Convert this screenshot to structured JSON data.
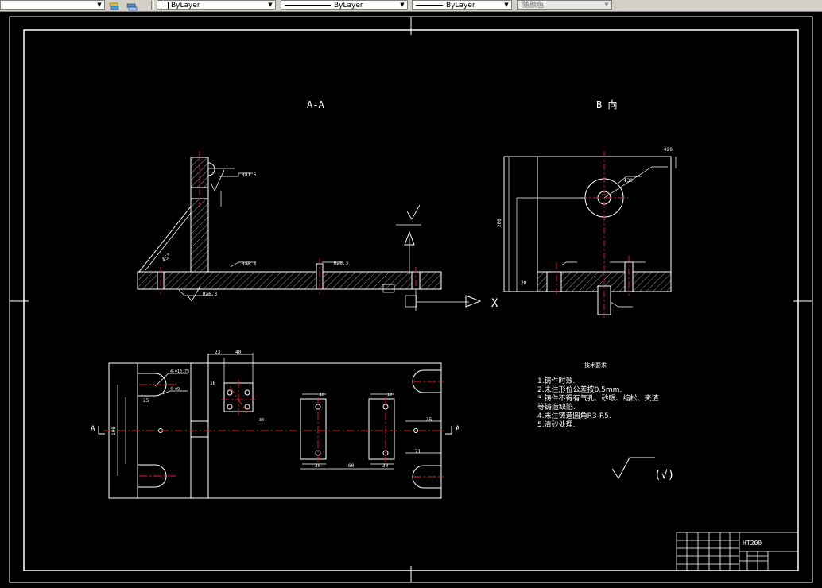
{
  "toolbar": {
    "color_value": "ByLayer",
    "linetype_value": "ByLayer",
    "lineweight_value": "ByLayer",
    "plotstyle_value": "随颜色"
  },
  "drawing": {
    "section_label": "A-A",
    "view_label": "B 向",
    "section_marker_left": "A",
    "section_marker_right": "A",
    "material": "HT200",
    "tech_title": "技术要求",
    "notes": [
      "1.铸件时效.",
      "2.未注形位公差按0.5mm.",
      "3.铸件不得有气孔、砂眼、缩松、夹渣",
      "  等铸造缺陷.",
      "4.未注铸造圆角R3-R5.",
      "5.清砂处理."
    ],
    "roughness_other": "(√)",
    "dims": {
      "d1": "23",
      "d2": "40",
      "d3": "16",
      "d4": "30",
      "d5": "35",
      "d6": "71",
      "d7": "30",
      "d8": "30",
      "d9": "60",
      "d10": "4-Φ13.75",
      "d11": "4-Φ9",
      "d12": "25",
      "d13": "100",
      "d14": "10",
      "d15": "10",
      "d16": "Φ30",
      "d17": "Φ20",
      "d18": "200",
      "d19": "20"
    }
  }
}
